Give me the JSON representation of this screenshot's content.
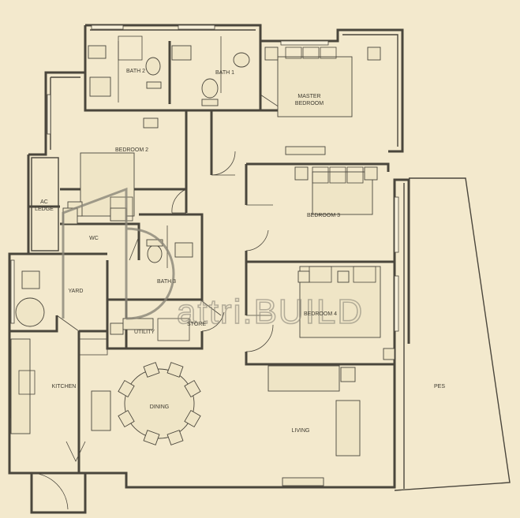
{
  "rooms": {
    "bath2": "BATH 2",
    "bath1": "BATH 1",
    "master_bedroom_line1": "MASTER",
    "master_bedroom_line2": "BEDROOM",
    "bedroom2": "BEDROOM 2",
    "ac_ledge_line1": "AC",
    "ac_ledge_line2": "LEDGE",
    "wc": "WC",
    "bedroom3": "BEDROOM 3",
    "bath3": "BATH 3",
    "yard": "YARD",
    "bedroom4": "BEDROOM 4",
    "utility": "UTILITY",
    "store": "STORE",
    "kitchen": "KITCHEN",
    "dining": "DINING",
    "pes": "PES",
    "living": "LIVING"
  },
  "watermark": "attri.BUILD",
  "colors": {
    "background": "#f3e9cd",
    "walls": "#4a463c",
    "watermark": "#8a8678"
  }
}
